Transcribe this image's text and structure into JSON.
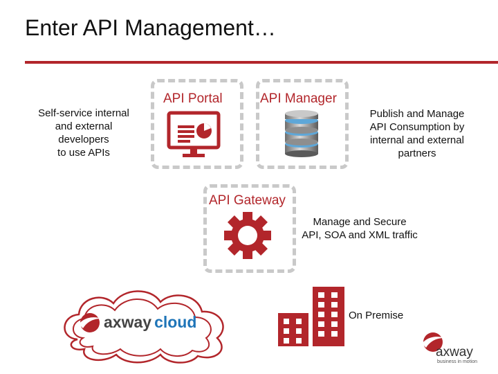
{
  "slide": {
    "title": "Enter API Management…"
  },
  "portal": {
    "label": "API Portal",
    "description_lines": [
      "Self-service  internal",
      "and external",
      "developers",
      "to use APIs"
    ]
  },
  "manager": {
    "label": "API Manager",
    "description_lines": [
      "Publish and Manage",
      "API Consumption by",
      "internal and external",
      "partners"
    ]
  },
  "gateway": {
    "label": "API Gateway",
    "description_lines": [
      "Manage and Secure",
      "API, SOA and XML traffic"
    ]
  },
  "on_premise": {
    "label": "On Premise"
  },
  "cloud": {
    "brand": "axway",
    "suffix": "cloud"
  },
  "logo": {
    "brand": "axway",
    "tagline": "business in motion"
  },
  "colors": {
    "accent": "#b2262b",
    "box_border": "#c9c9c9",
    "cloud_blue": "#1f75b8"
  },
  "icons": {
    "portal": "monitor-chart-icon",
    "manager": "database-icon",
    "gateway": "gear-icon",
    "on_premise": "buildings-icon",
    "cloud": "cloud-icon"
  }
}
